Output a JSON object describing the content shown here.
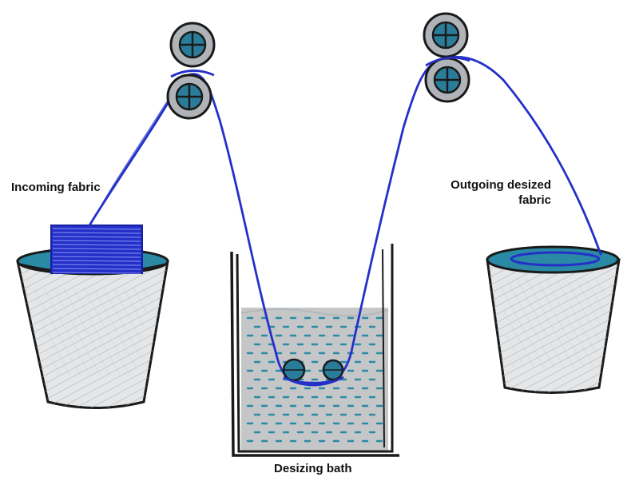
{
  "labels": {
    "incoming": "Incoming fabric",
    "outgoing_line1": "Outgoing desized",
    "outgoing_line2": "fabric",
    "bath": "Desizing bath"
  },
  "colors": {
    "fabric": "#2430c8",
    "water": "#2a8aa5",
    "bath_fill": "#c4c6c8",
    "bucket": "#e4e6e8",
    "outline": "#1a1a1a",
    "roller_hub": "#2a7d9a"
  },
  "icons": [
    "roller-icon",
    "bucket-icon",
    "fabric-roll-icon"
  ]
}
